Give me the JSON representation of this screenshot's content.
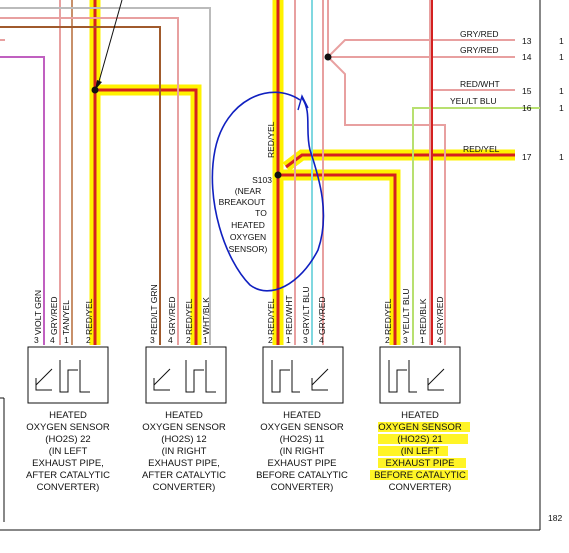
{
  "right_labels": [
    {
      "wire": "GRY/RED",
      "pin": "13"
    },
    {
      "wire": "GRY/RED",
      "pin": "14"
    },
    {
      "wire": "RED/WHT",
      "pin": "15"
    },
    {
      "wire": "YEL/LT BLU",
      "pin": "16"
    },
    {
      "wire": "RED/YEL",
      "pin": "17"
    }
  ],
  "splice": {
    "id": "S103",
    "note": [
      "(NEAR",
      "BREAKOUT",
      "TO",
      "HEATED",
      "OXYGEN",
      "SENSOR)"
    ]
  },
  "page_number": "182",
  "sensors": [
    {
      "pins": [
        "3",
        "4",
        "1",
        "2"
      ],
      "wires": [
        "VIOLT GRN",
        "GRY/RED",
        "TAN/YEL",
        "RED/YEL"
      ],
      "caption": [
        "HEATED",
        "OXYGEN SENSOR",
        "(HO2S) 22",
        "(IN LEFT",
        "EXHAUST PIPE,",
        "AFTER CATALYTIC",
        "CONVERTER)"
      ]
    },
    {
      "pins": [
        "3",
        "4",
        "2",
        "1"
      ],
      "wires": [
        "RED/LT GRN",
        "GRY/RED",
        "RED/YEL",
        "WHT/BLK"
      ],
      "caption": [
        "HEATED",
        "OXYGEN SENSOR",
        "(HO2S) 12",
        "(IN RIGHT",
        "EXHAUST PIPE,",
        "AFTER CATALYTIC",
        "CONVERTER)"
      ]
    },
    {
      "pins": [
        "2",
        "1",
        "3",
        "4"
      ],
      "wires": [
        "RED/YEL",
        "RED/WHT",
        "GRY/LT BLU",
        "GRY/RED"
      ],
      "caption": [
        "HEATED",
        "OXYGEN SENSOR",
        "(HO2S) 11",
        "(IN RIGHT",
        "EXHAUST PIPE",
        "BEFORE CATALYTIC",
        "CONVERTER)"
      ]
    },
    {
      "pins": [
        "2",
        "3",
        "1",
        "4"
      ],
      "wires": [
        "RED/YEL",
        "YEL/LT BLU",
        "RED/BLK",
        "GRY/RED"
      ],
      "caption": [
        "HEATED",
        "OXYGEN SENSOR",
        "(HO2S) 21",
        "(IN LEFT",
        "EXHAUST PIPE",
        "BEFORE CATALYTIC",
        "CONVERTER)"
      ]
    }
  ],
  "colors": {
    "red": "#d42020",
    "highlight": "#fff200",
    "violet": "#c060c0",
    "tan": "#c8906a",
    "brown": "#a05a2c",
    "gray_red": "#e8a0a0",
    "lt_green": "#b8e070",
    "lt_blue": "#80d8e0",
    "annotation_blue": "#1020c0"
  }
}
